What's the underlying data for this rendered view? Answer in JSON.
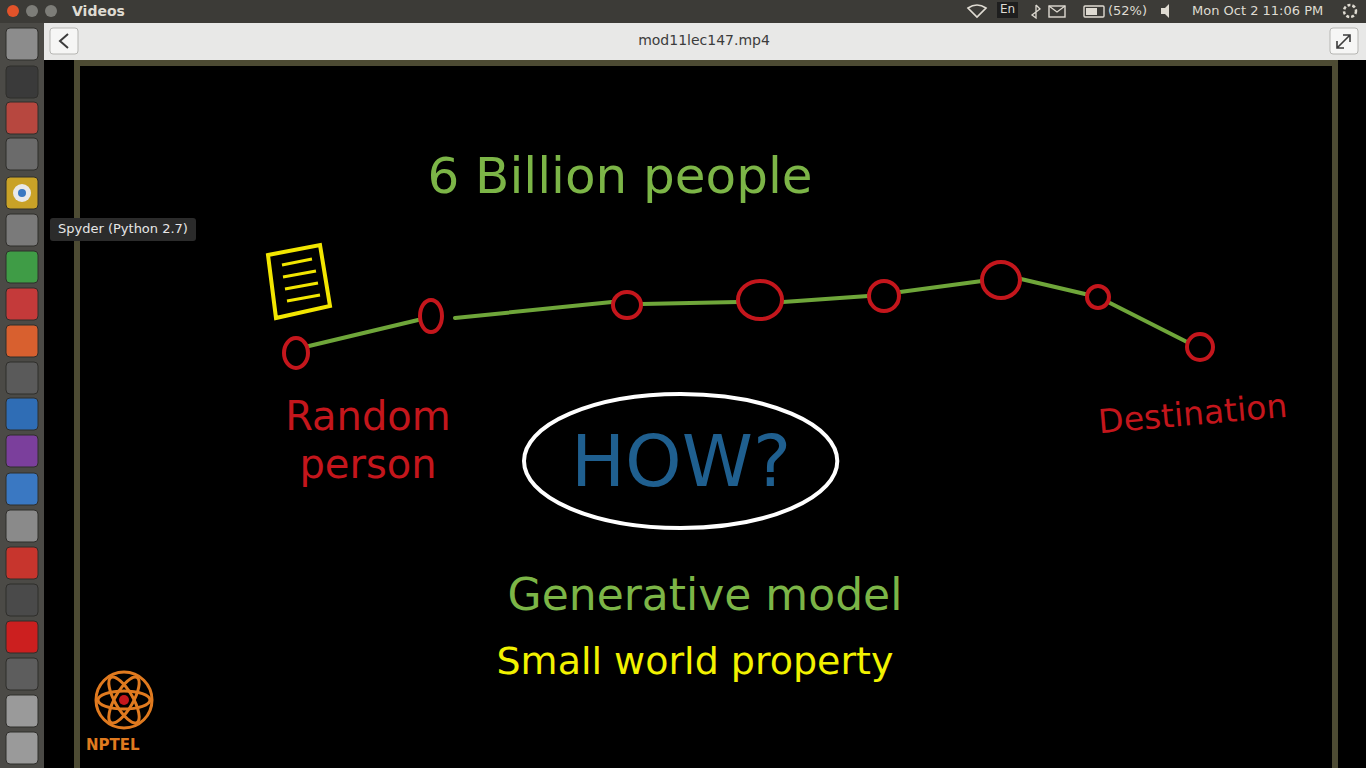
{
  "diagram": {
    "title": "6 Billion people",
    "nodes": [
      {
        "text": [
          "HOW?"
        ]
      }
    ],
    "labels": [
      "Videos",
      "mod11lec147.mp4",
      "En",
      "(52%)",
      "Mon Oct 2 11:06 PM",
      "Spyder (Python 2.7)",
      "Random person",
      "Destination",
      "Generative model",
      "Small world property",
      "NPTEL"
    ]
  }
}
